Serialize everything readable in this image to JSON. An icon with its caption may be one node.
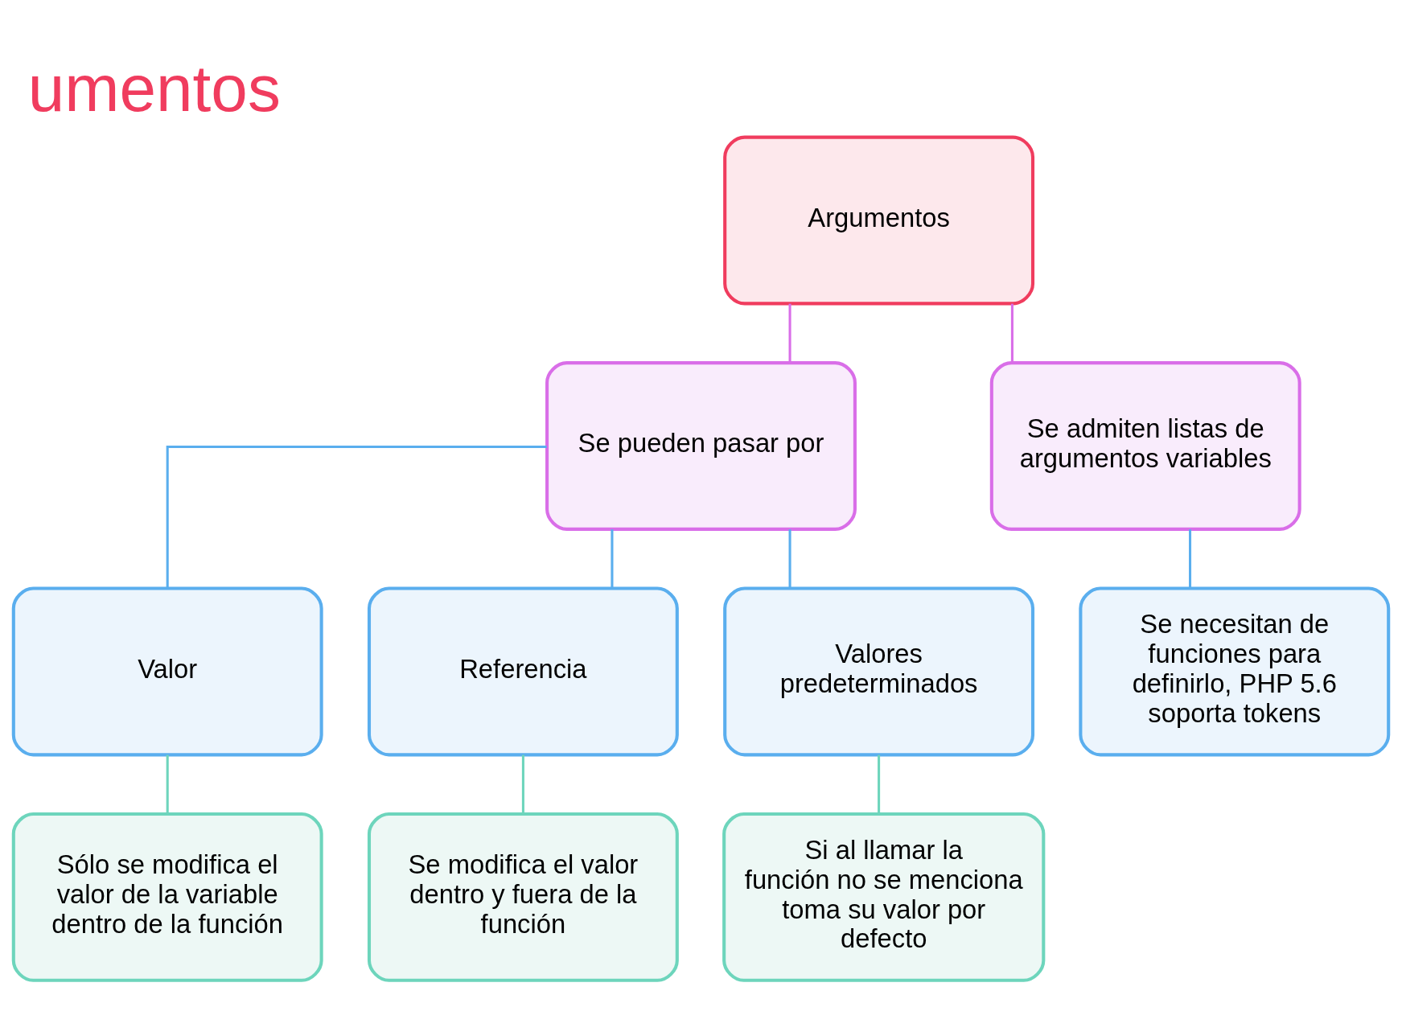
{
  "diagram": {
    "title": "umentos",
    "nodes": [
      {
        "text": [
          "Argumentos"
        ]
      },
      {
        "text": [
          "Se pueden pasar por"
        ]
      },
      {
        "text": [
          "Se admiten listas de argumentos variables"
        ]
      },
      {
        "text": [
          "Valor"
        ]
      },
      {
        "text": [
          "Referencia"
        ]
      },
      {
        "text": [
          "Valores predeterminados"
        ]
      },
      {
        "text": [
          "Se necesitan de funciones para definirlo, PHP 5.6 soporta tokens"
        ]
      },
      {
        "text": [
          "Sólo se modifica el valor de la variable dentro de la función"
        ]
      },
      {
        "text": [
          "Se modifica el valor dentro y fuera de la función"
        ]
      },
      {
        "text": [
          "Si al llamar la función no se menciona toma su valor por defecto"
        ]
      }
    ],
    "edges": [
      {
        "from": 0,
        "to": 1,
        "arrow": "none",
        "color": "#d96ee8"
      },
      {
        "from": 0,
        "to": 2,
        "arrow": "none",
        "color": "#d96ee8"
      },
      {
        "from": 1,
        "to": 3,
        "arrow": "none"
      },
      {
        "from": 1,
        "to": 4,
        "arrow": "none"
      },
      {
        "from": 1,
        "to": 5,
        "arrow": "none"
      },
      {
        "from": 2,
        "to": 6,
        "arrow": "none"
      },
      {
        "from": 3,
        "to": 7,
        "arrow": "none",
        "color": "#6dd5bc"
      },
      {
        "from": 4,
        "to": 8,
        "arrow": "none",
        "color": "#6dd5bc"
      },
      {
        "from": 5,
        "to": 9,
        "arrow": "none",
        "color": "#6dd5bc"
      }
    ]
  }
}
